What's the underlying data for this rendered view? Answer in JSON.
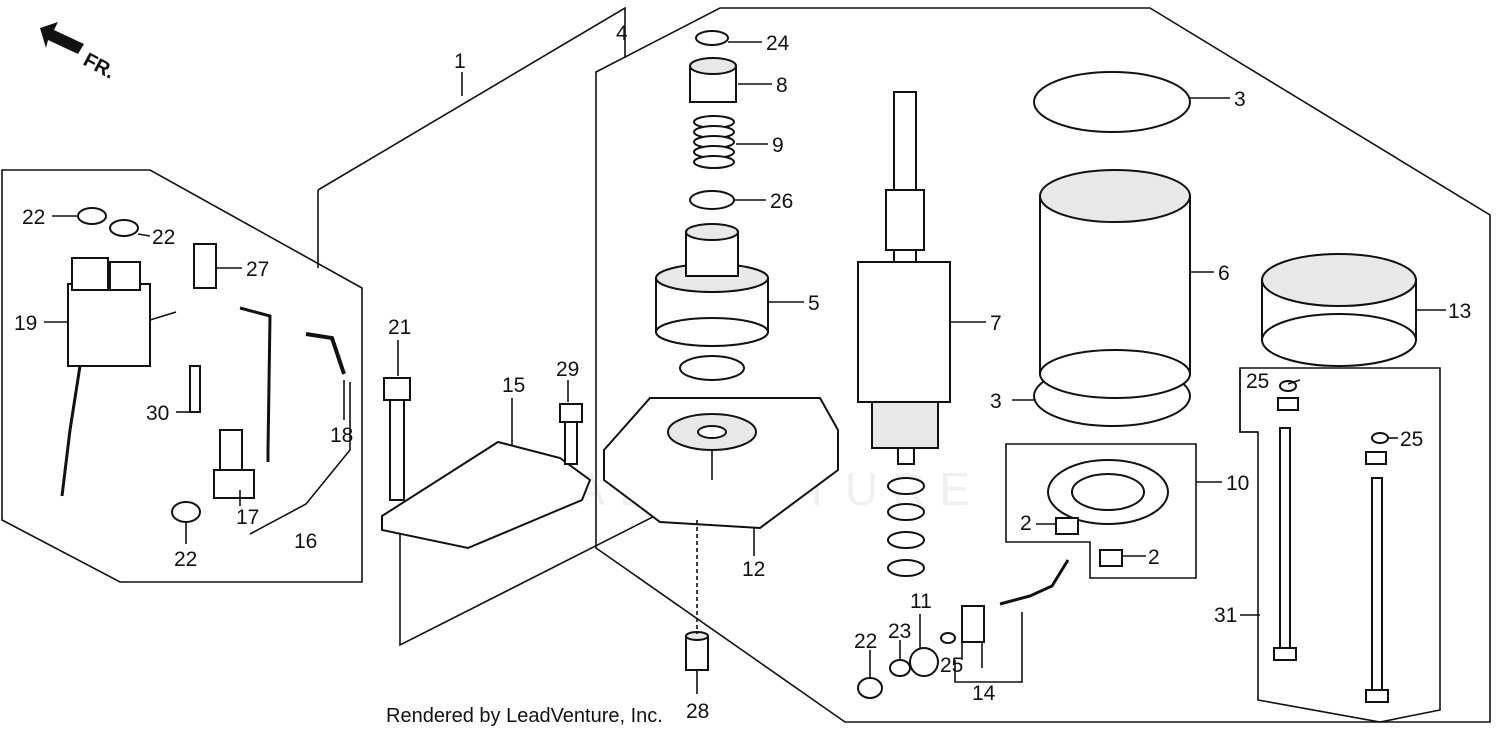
{
  "direction_label": "FR.",
  "watermark": "LEADVENTURE",
  "credit": "Rendered by LeadVenture, Inc.",
  "callouts": {
    "c1": "1",
    "c2a": "2",
    "c2b": "2",
    "c3a": "3",
    "c3b": "3",
    "c4": "4",
    "c5": "5",
    "c6": "6",
    "c7": "7",
    "c8": "8",
    "c9": "9",
    "c10": "10",
    "c11": "11",
    "c12": "12",
    "c13": "13",
    "c14": "14",
    "c15": "15",
    "c16": "16",
    "c17": "17",
    "c18": "18",
    "c19": "19",
    "c21": "21",
    "c22a": "22",
    "c22b": "22",
    "c22c": "22",
    "c22d": "22",
    "c23": "23",
    "c24": "24",
    "c25a": "25",
    "c25b": "25",
    "c25c": "25",
    "c26": "26",
    "c27": "27",
    "c28": "28",
    "c29": "29",
    "c30": "30",
    "c31": "31"
  }
}
